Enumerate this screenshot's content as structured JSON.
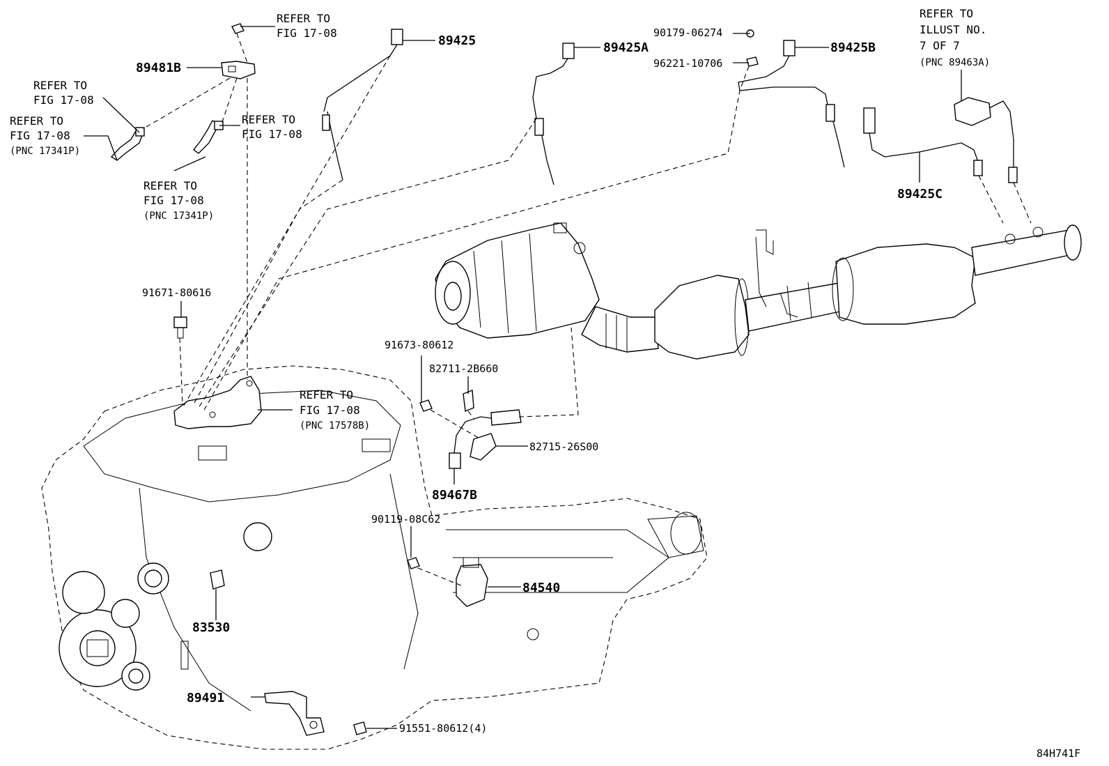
{
  "diagram_id": "84H741F",
  "refer": {
    "refer_to": "REFER TO",
    "fig": "FIG 17-08",
    "pnc_17341p": "(PNC 17341P)",
    "pnc_17578b": "(PNC 17578B)",
    "illust_no": "ILLUST NO.",
    "seven_of_seven": "7 OF 7",
    "pnc_89463a": "(PNC 89463A)"
  },
  "parts": {
    "p89481b": "89481B",
    "p89425": "89425",
    "p89425a": "89425A",
    "p89425b": "89425B",
    "p89425c": "89425C",
    "p90179": "90179-06274",
    "p96221": "96221-10706",
    "p91671": "91671-80616",
    "p91673": "91673-80612",
    "p82711": "82711-2B660",
    "p82715": "82715-26S00",
    "p89467b": "89467B",
    "p90119": "90119-08C62",
    "p84540": "84540",
    "p83530": "83530",
    "p89491": "89491",
    "p91551": "91551-80612(4)"
  }
}
